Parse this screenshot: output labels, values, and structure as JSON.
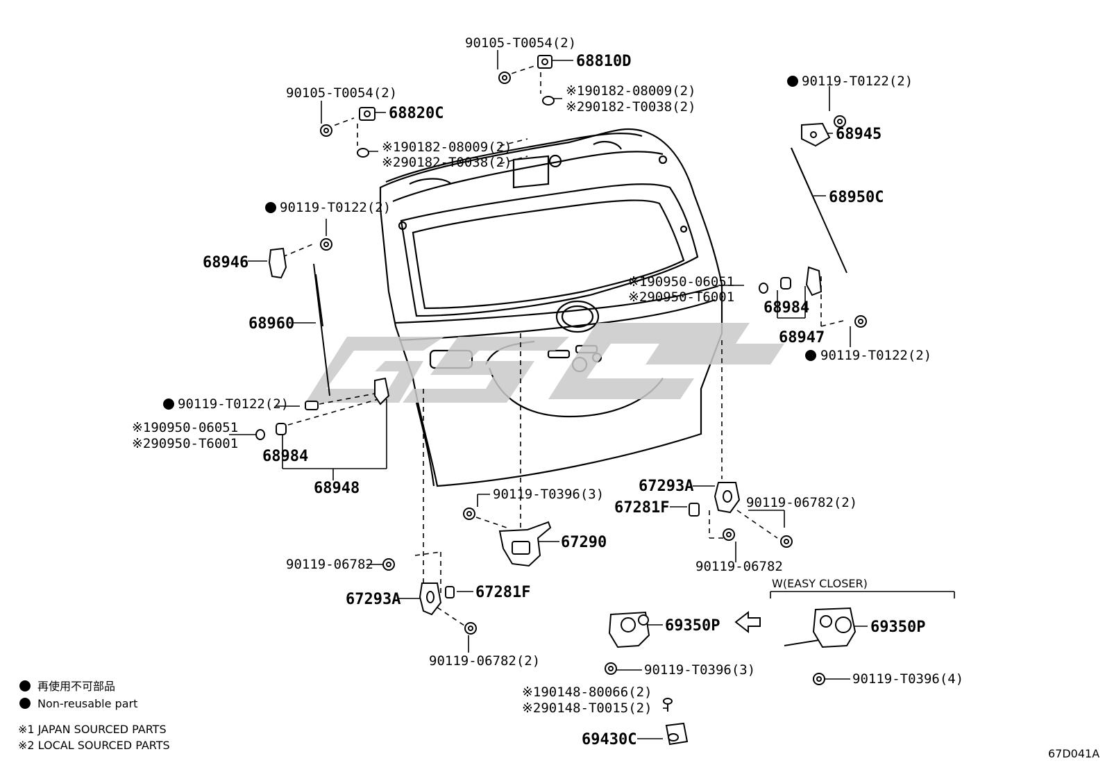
{
  "labels": {
    "p68810d": "68810D",
    "bolt_68810d": "90105-T0054(2)",
    "nut_68810d_1": "※190182-08009(2)",
    "nut_68810d_2": "※290182-T0038(2)",
    "p68820c": "68820C",
    "bolt_68820c": "90105-T0054(2)",
    "nut_68820c_1": "※190182-08009(2)",
    "nut_68820c_2": "※290182-T0038(2)",
    "bolt_68945": "90119-T0122(2)",
    "p68945": "68945",
    "p68950c": "68950C",
    "bolt_68946": "90119-T0122(2)",
    "p68946": "68946",
    "p68960": "68960",
    "cush_r_1": "※190950-06051",
    "cush_r_2": "※290950-T6001",
    "p68984_r": "68984",
    "p68947": "68947",
    "bolt_68947": "90119-T0122(2)",
    "bolt_68948": "90119-T0122(2)",
    "cush_l_1": "※190950-06051",
    "cush_l_2": "※290950-T6001",
    "p68984_l": "68984",
    "p68948": "68948",
    "bolt_67290": "90119-T0396(3)",
    "p67290": "67290",
    "p67293a_r": "67293A",
    "p67281f_r": "67281F",
    "bolt_67293a_r": "90119-06782(2)",
    "bolt_67281f_r": "90119-06782",
    "bolt_67281f_l": "90119-06782",
    "p67293a_l": "67293A",
    "p67281f_l": "67281F",
    "bolt_67293a_l": "90119-06782(2)",
    "easy_closer": "W(EASY CLOSER)",
    "p69350p_l": "69350P",
    "p69350p_r": "69350P",
    "bolt_69350p_l": "90119-T0396(3)",
    "bolt_69350p_r": "90119-T0396(4)",
    "screw_69430c_1": "※190148-80066(2)",
    "screw_69430c_2": "※290148-T0015(2)",
    "p69430c": "69430C"
  },
  "legend": {
    "nonreusable_jp": "再使用不可部品",
    "nonreusable_en": "Non-reusable part",
    "note1": "※1 JAPAN SOURCED PARTS",
    "note2": "※2 LOCAL SOURCED PARTS"
  },
  "figure_code": "67D041A",
  "watermark": "GSC"
}
